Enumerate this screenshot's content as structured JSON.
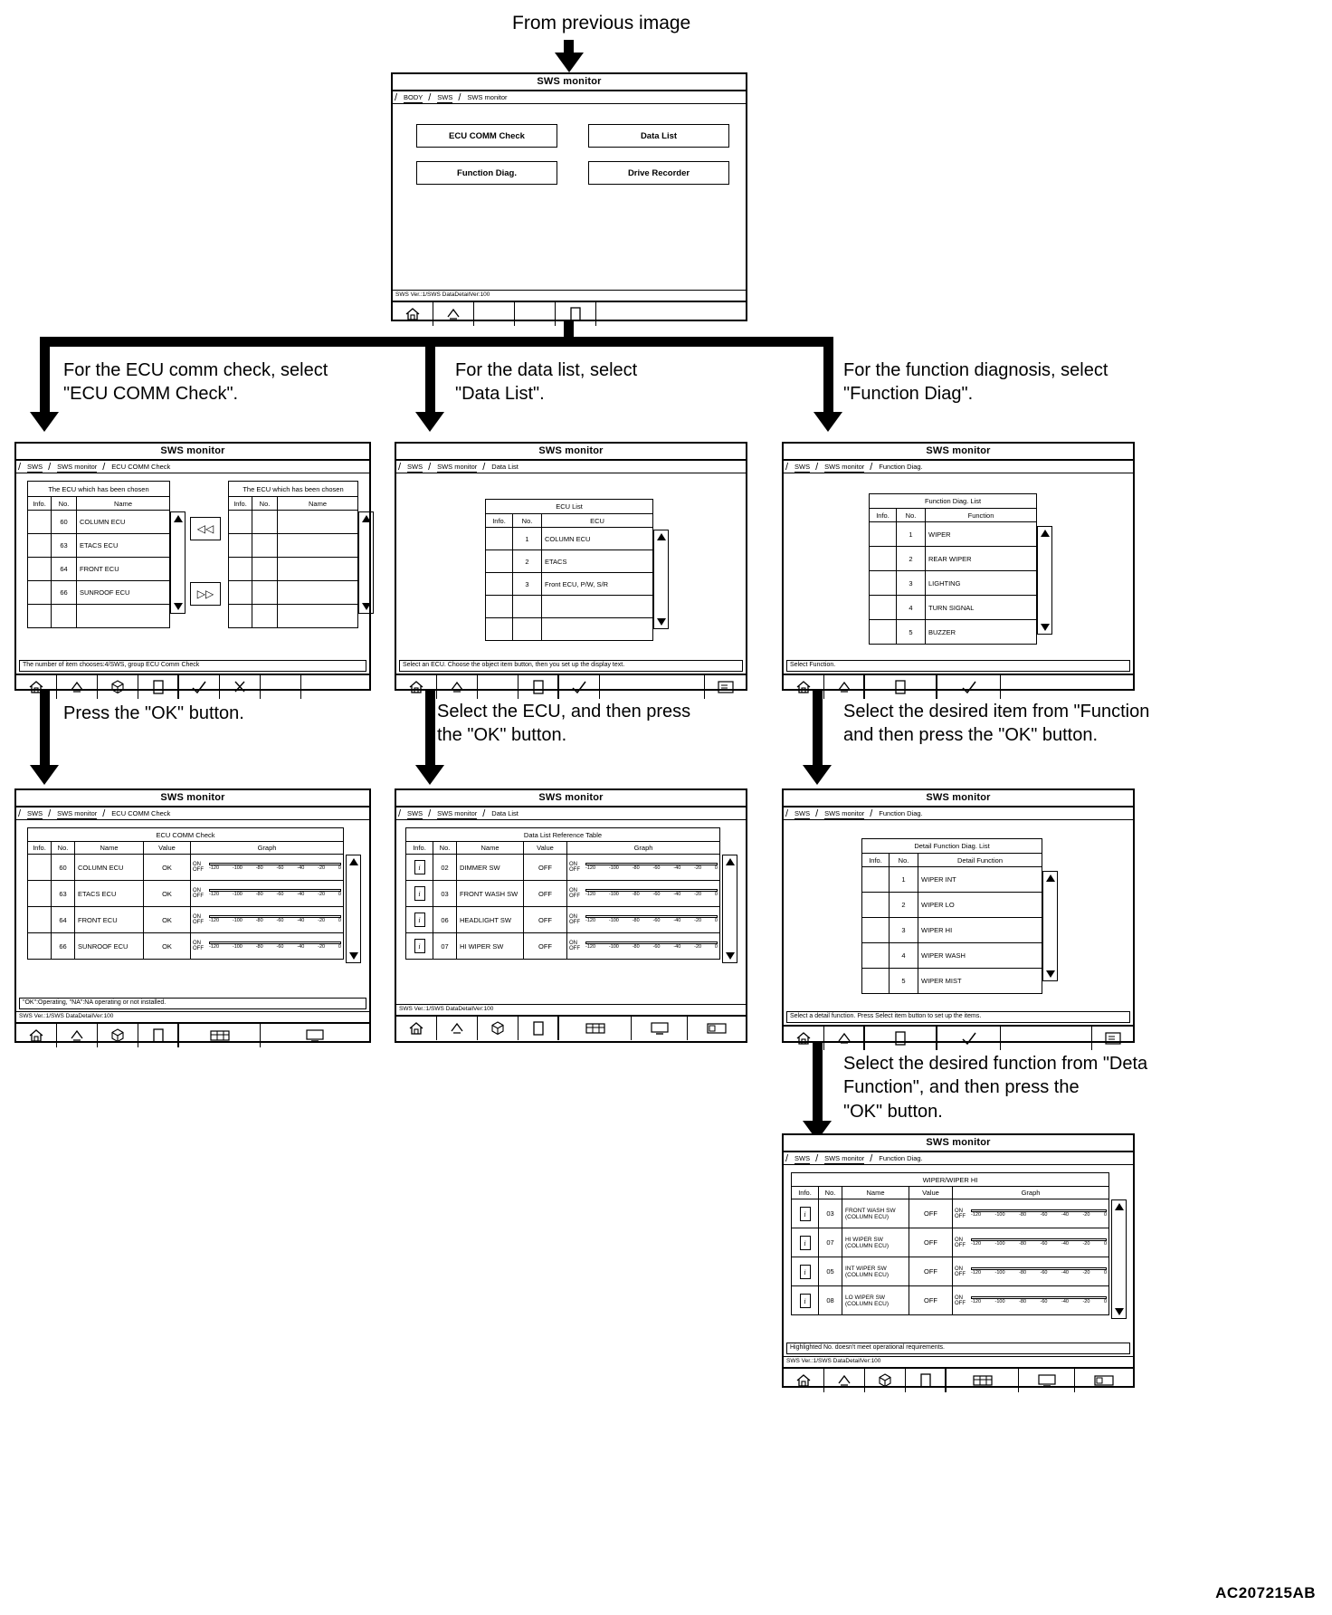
{
  "diagram": {
    "entry_label": "From previous image",
    "figure_code": "AC207215AB"
  },
  "flow_text": {
    "ecu_comm": "For the ECU comm check, select\n\"ECU COMM Check\".",
    "data_list": "For the data list, select\n\"Data List\".",
    "function_diag": "For the function diagnosis, select\n\"Function Diag\".",
    "press_ok": "Press the \"OK\" button.",
    "select_ecu_ok": "Select the ECU, and then press\nthe \"OK\" button.",
    "select_function_ok": "Select the desired item from \"Function\nand then press the \"OK\" button.",
    "select_detail_ok": "Select the desired function from \"Deta\nFunction\", and then press the\n\"OK\" button."
  },
  "common": {
    "title": "SWS monitor",
    "ver_text": "SWS Ver.:1/SWS DataDetailVer:100",
    "col_info": "Info.",
    "col_no": "No.",
    "col_name": "Name",
    "col_value": "Value",
    "col_graph": "Graph",
    "on": "ON",
    "off": "OFF",
    "axis_ticks": [
      "-120",
      "-100",
      "-80",
      "-60",
      "-40",
      "-20",
      "0"
    ]
  },
  "win_menu": {
    "crumbs": [
      "BODY",
      "SWS",
      "SWS monitor"
    ],
    "buttons": [
      {
        "label": "ECU COMM Check"
      },
      {
        "label": "Data List"
      },
      {
        "label": "Function Diag."
      },
      {
        "label": "Drive Recorder"
      }
    ],
    "ver_text": "SWS Ver.:1/SWS DataDetailVer:100",
    "toolbar": [
      "home-icon",
      "back-icon",
      "blank",
      "blank",
      "page-icon",
      "blank"
    ]
  },
  "win_ecu_select": {
    "crumbs": [
      "SWS",
      "SWS monitor",
      "ECU COMM Check"
    ],
    "left_caption": "The ECU which has been chosen",
    "right_caption": "The ECU which has been chosen",
    "headers": [
      "Info.",
      "No.",
      "Name"
    ],
    "rows": [
      {
        "info": "",
        "no": "60",
        "name": "COLUMN ECU"
      },
      {
        "info": "",
        "no": "63",
        "name": "ETACS ECU"
      },
      {
        "info": "",
        "no": "64",
        "name": "FRONT ECU"
      },
      {
        "info": "",
        "no": "66",
        "name": "SUNROOF ECU"
      },
      {
        "info": "",
        "no": "",
        "name": ""
      }
    ],
    "right_rows": 5,
    "move_left": "◁◁",
    "move_right": "▷▷",
    "status": "The number of item chooses:4/SWS, group ECU Comm Check",
    "toolbar": [
      "home-icon",
      "back-icon",
      "cube-icon",
      "page-icon",
      "check-icon",
      "scissors-icon",
      "blank",
      "blank"
    ]
  },
  "win_ecu_result": {
    "crumbs": [
      "SWS",
      "SWS monitor",
      "ECU COMM Check"
    ],
    "caption": "ECU COMM Check",
    "headers": [
      "Info.",
      "No.",
      "Name",
      "Value",
      "Graph"
    ],
    "rows": [
      {
        "info": "",
        "no": "60",
        "name": "COLUMN ECU",
        "value": "OK"
      },
      {
        "info": "",
        "no": "63",
        "name": "ETACS ECU",
        "value": "OK"
      },
      {
        "info": "",
        "no": "64",
        "name": "FRONT ECU",
        "value": "OK"
      },
      {
        "info": "",
        "no": "66",
        "name": "SUNROOF ECU",
        "value": "OK"
      }
    ],
    "note": "\"OK\":Operating, \"NA\":NA operating or not installed.",
    "ver_text": "SWS Ver.:1/SWS DataDetailVer:100",
    "toolbar": [
      "home-icon",
      "back-icon",
      "cube-icon",
      "page-icon",
      "table-icon",
      "monitor-icon"
    ]
  },
  "win_datalist": {
    "crumbs": [
      "SWS",
      "SWS monitor",
      "Data List"
    ],
    "caption": "ECU List",
    "headers": [
      "Info.",
      "No.",
      "ECU"
    ],
    "rows": [
      {
        "info": "",
        "no": "1",
        "ecu": "COLUMN ECU"
      },
      {
        "info": "",
        "no": "2",
        "ecu": "ETACS"
      },
      {
        "info": "",
        "no": "3",
        "ecu": "Front ECU, P/W, S/R"
      },
      {
        "info": "",
        "no": "",
        "ecu": ""
      },
      {
        "info": "",
        "no": "",
        "ecu": ""
      }
    ],
    "status": "Select an ECU. Choose the object item button, then you set up the display text.",
    "toolbar": [
      "home-icon",
      "back-icon",
      "blank",
      "page-icon",
      "check-icon",
      "blank",
      "report-icon"
    ]
  },
  "win_datalist_ref": {
    "crumbs": [
      "SWS",
      "SWS monitor",
      "Data List"
    ],
    "caption": "Data List Reference Table",
    "headers": [
      "Info.",
      "No.",
      "Name",
      "Value",
      "Graph"
    ],
    "rows": [
      {
        "no": "02",
        "name": "DIMMER SW",
        "value": "OFF"
      },
      {
        "no": "03",
        "name": "FRONT WASH SW",
        "value": "OFF"
      },
      {
        "no": "06",
        "name": "HEADLIGHT SW",
        "value": "OFF"
      },
      {
        "no": "07",
        "name": "HI WIPER SW",
        "value": "OFF"
      }
    ],
    "ver_text": "SWS Ver.:1/SWS DataDetailVer:100",
    "toolbar": [
      "home-icon",
      "back-icon",
      "cube-icon",
      "page-icon",
      "table-icon",
      "monitor-icon",
      "window-icon"
    ]
  },
  "win_funcdiag": {
    "crumbs": [
      "SWS",
      "SWS monitor",
      "Function Diag."
    ],
    "caption": "Function Diag. List",
    "headers": [
      "Info.",
      "No.",
      "Function"
    ],
    "rows": [
      {
        "no": "1",
        "function": "WIPER"
      },
      {
        "no": "2",
        "function": "REAR WIPER"
      },
      {
        "no": "3",
        "function": "LIGHTING"
      },
      {
        "no": "4",
        "function": "TURN SIGNAL"
      },
      {
        "no": "5",
        "function": "BUZZER"
      }
    ],
    "status": "Select Function.",
    "toolbar": [
      "home-icon",
      "back-icon",
      "page-icon",
      "check-icon",
      "blank"
    ]
  },
  "win_detailfunc": {
    "crumbs": [
      "SWS",
      "SWS monitor",
      "Function Diag."
    ],
    "caption": "Detail Function Diag. List",
    "headers": [
      "Info.",
      "No.",
      "Detail Function"
    ],
    "rows": [
      {
        "no": "1",
        "function": "WIPER INT"
      },
      {
        "no": "2",
        "function": "WIPER LO"
      },
      {
        "no": "3",
        "function": "WIPER HI"
      },
      {
        "no": "4",
        "function": "WIPER WASH"
      },
      {
        "no": "5",
        "function": "WIPER MIST"
      }
    ],
    "status": "Select a detail function. Press Select item button to set up the items.",
    "toolbar": [
      "home-icon",
      "back-icon",
      "page-icon",
      "check-icon",
      "blank",
      "report-icon"
    ]
  },
  "win_final": {
    "crumbs": [
      "SWS",
      "SWS monitor",
      "Function Diag."
    ],
    "caption": "WIPER/WIPER HI",
    "headers": [
      "Info.",
      "No.",
      "Name",
      "Value",
      "Graph"
    ],
    "rows": [
      {
        "no": "03",
        "name": "FRONT WASH SW\n(COLUMN ECU)",
        "value": "OFF"
      },
      {
        "no": "07",
        "name": "HI WIPER SW\n(COLUMN ECU)",
        "value": "OFF"
      },
      {
        "no": "05",
        "name": "INT WIPER SW\n(COLUMN ECU)",
        "value": "OFF"
      },
      {
        "no": "08",
        "name": "LO WIPER SW\n(COLUMN ECU)",
        "value": "OFF"
      }
    ],
    "note": "Highlighted No. doesn't meet operational requirements.",
    "ver_text": "SWS Ver.:1/SWS DataDetailVer:100",
    "toolbar": [
      "home-icon",
      "back-icon",
      "cube-icon",
      "page-icon",
      "table-icon",
      "monitor-icon",
      "window-icon"
    ]
  }
}
